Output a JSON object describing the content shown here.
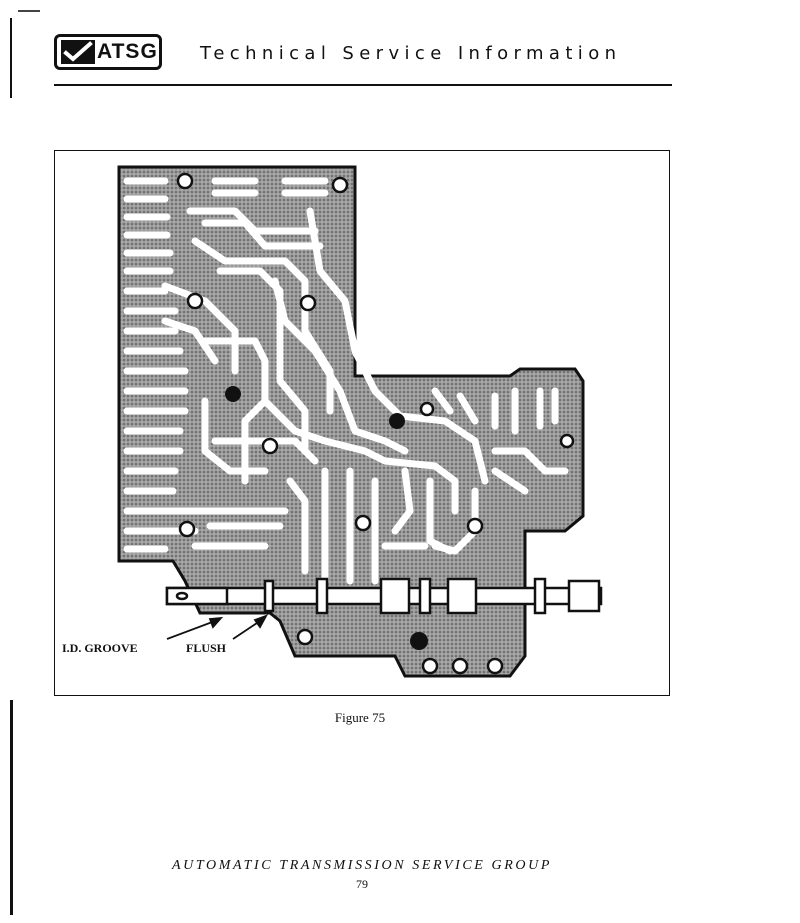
{
  "header": {
    "logo_text": "ATSG",
    "title": "Technical Service Information"
  },
  "figure": {
    "callout_groove": "I.D. GROOVE",
    "callout_flush": "FLUSH",
    "caption": "Figure 75"
  },
  "footer": {
    "organization": "AUTOMATIC TRANSMISSION SERVICE GROUP",
    "page_number": "79"
  },
  "colors": {
    "ink": "#111111",
    "casting_shade": "#8a8a8a",
    "paper": "#ffffff"
  }
}
